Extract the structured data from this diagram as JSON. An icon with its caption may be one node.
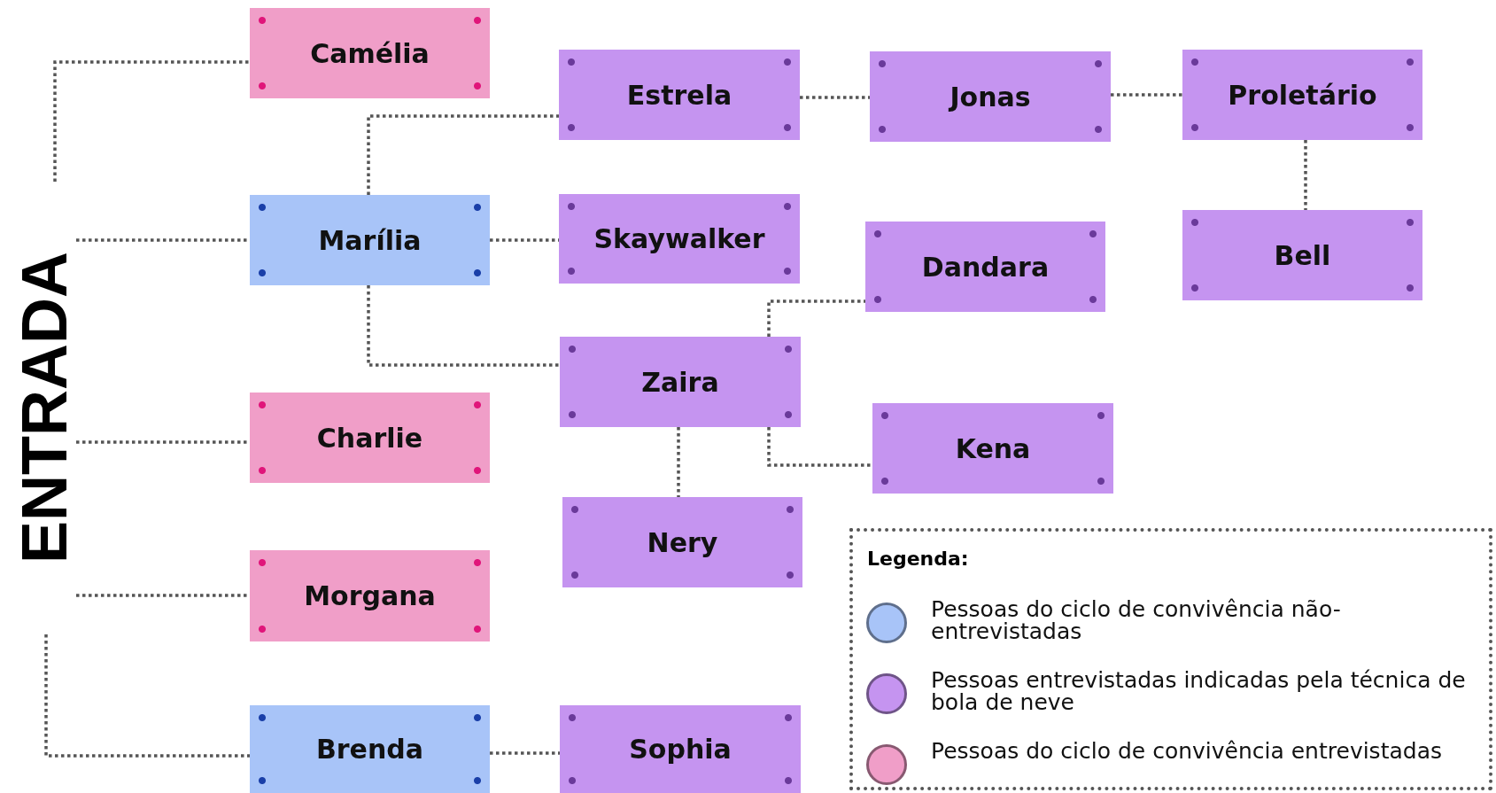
{
  "diagram": {
    "nodes": [
      {
        "text": [
          "ENTRADA"
        ]
      },
      {
        "text": [
          "Camélia"
        ]
      },
      {
        "text": [
          "Estrela"
        ]
      },
      {
        "text": [
          "Jonas"
        ]
      },
      {
        "text": [
          "Proletário"
        ]
      },
      {
        "text": [
          "Marília"
        ]
      },
      {
        "text": [
          "Skaywalker"
        ]
      },
      {
        "text": [
          "Dandara"
        ]
      },
      {
        "text": [
          "Bell"
        ]
      },
      {
        "text": [
          "Zaira"
        ]
      },
      {
        "text": [
          "Charlie"
        ]
      },
      {
        "text": [
          "Kena"
        ]
      },
      {
        "text": [
          "Nery"
        ]
      },
      {
        "text": [
          "Morgana"
        ]
      },
      {
        "text": [
          "Brenda"
        ]
      },
      {
        "text": [
          "Sophia"
        ]
      }
    ],
    "edges": [
      {
        "from": 0,
        "to": 1,
        "arrow": "none",
        "style": "dashed"
      },
      {
        "from": 0,
        "to": 5,
        "arrow": "none",
        "style": "dashed"
      },
      {
        "from": 0,
        "to": 10,
        "arrow": "none",
        "style": "dashed"
      },
      {
        "from": 0,
        "to": 13,
        "arrow": "none",
        "style": "dashed"
      },
      {
        "from": 0,
        "to": 14,
        "arrow": "none",
        "style": "dashed"
      },
      {
        "from": 5,
        "to": 2,
        "arrow": "none",
        "style": "dashed"
      },
      {
        "from": 5,
        "to": 6,
        "arrow": "none",
        "style": "dashed"
      },
      {
        "from": 5,
        "to": 9,
        "arrow": "none",
        "style": "dashed"
      },
      {
        "from": 2,
        "to": 3,
        "arrow": "none",
        "style": "dashed"
      },
      {
        "from": 3,
        "to": 4,
        "arrow": "none",
        "style": "dashed"
      },
      {
        "from": 4,
        "to": 8,
        "arrow": "none",
        "style": "dashed"
      },
      {
        "from": 9,
        "to": 7,
        "arrow": "none",
        "style": "dashed"
      },
      {
        "from": 9,
        "to": 11,
        "arrow": "none",
        "style": "dashed"
      },
      {
        "from": 9,
        "to": 12,
        "arrow": "none",
        "style": "dashed"
      },
      {
        "from": 14,
        "to": 15,
        "arrow": "none",
        "style": "dashed"
      }
    ],
    "labels": [
      "Legenda:"
    ],
    "legend": [
      {
        "text": "Pessoas do ciclo de convivência não-entrevistadas",
        "color": "#a8c4f8"
      },
      {
        "text": "Pessoas entrevistadas indicadas pela técnica de bola de neve",
        "color": "#c594f0"
      },
      {
        "text": "Pessoas do ciclo de convivência entrevistadas",
        "color": "#f09ec8"
      }
    ]
  }
}
